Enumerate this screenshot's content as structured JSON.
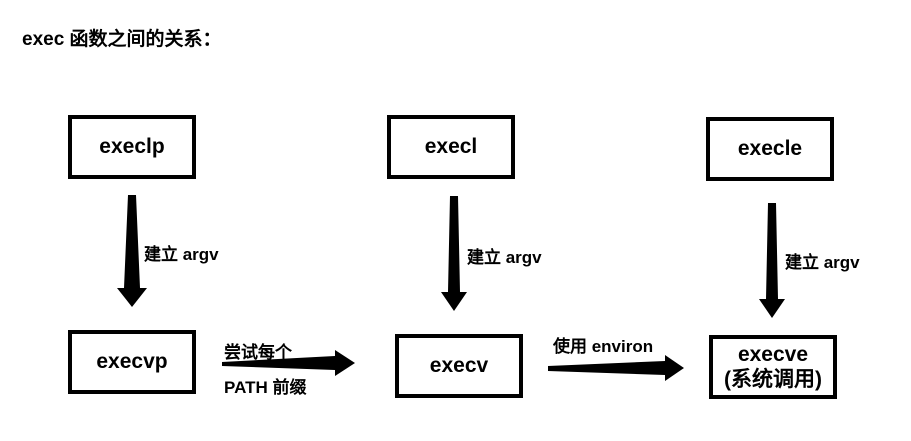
{
  "title": "exec 函数之间的关系：",
  "nodes": {
    "execlp": "execlp",
    "execl": "execl",
    "execle": "execle",
    "execvp": "execvp",
    "execv": "execv",
    "execve_line1": "execve",
    "execve_line2": "(系统调用)"
  },
  "edges": {
    "build_argv_left": "建立 argv",
    "build_argv_mid": "建立 argv",
    "build_argv_right": "建立 argv",
    "path_line1": "尝试每个",
    "path_line2": "PATH 前缀",
    "environ": "使用 environ"
  },
  "colors": {
    "stroke": "#000000",
    "background": "#ffffff"
  }
}
